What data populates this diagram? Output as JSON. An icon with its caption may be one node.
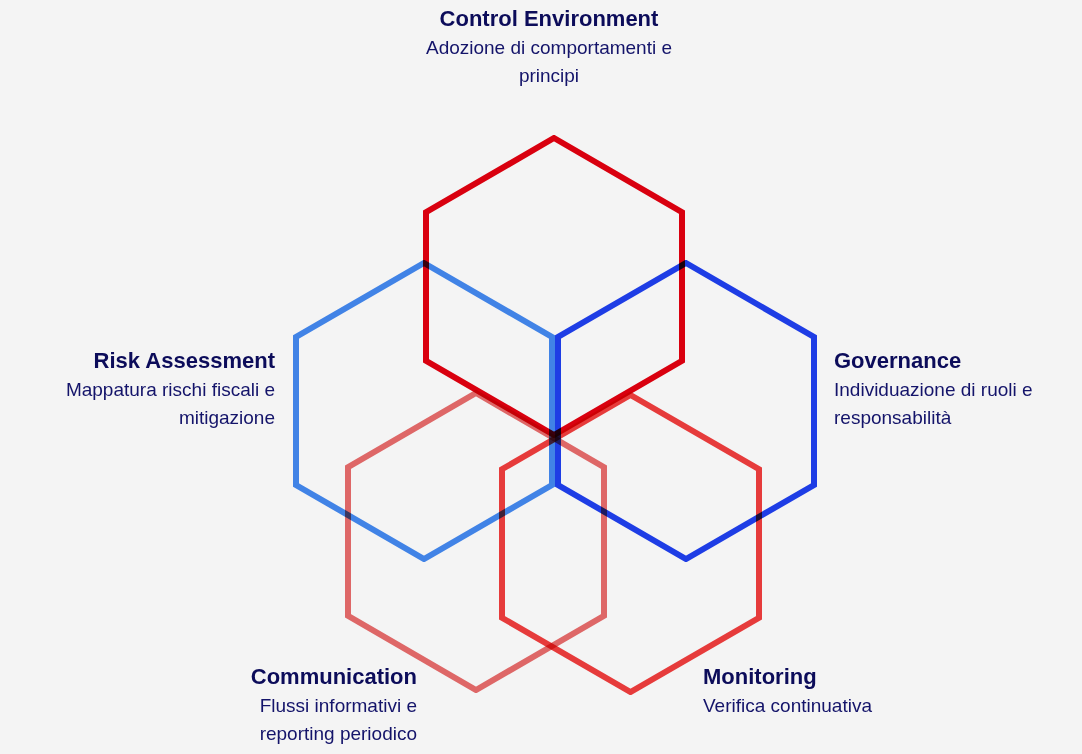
{
  "diagram": {
    "nodes": [
      {
        "text": [
          "Control Environment",
          "Adozione di comportamenti e principi"
        ]
      },
      {
        "text": [
          "Risk Assessment",
          "Mappatura rischi fiscali e mitigazione"
        ]
      },
      {
        "text": [
          "Governance",
          "Individuazione di ruoli e responsabilità"
        ]
      },
      {
        "text": [
          "Communication",
          "Flussi informativi e reporting periodico"
        ]
      },
      {
        "text": [
          "Monitoring",
          "Verifica continuativa"
        ]
      }
    ],
    "edges": []
  }
}
